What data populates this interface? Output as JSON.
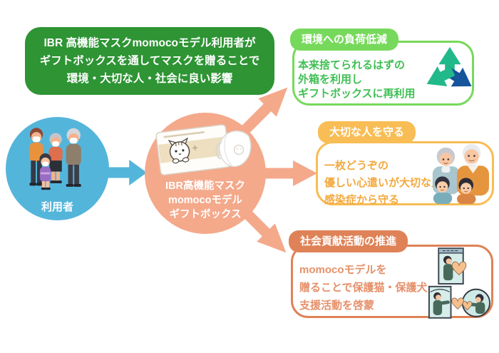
{
  "summary": {
    "text": "IBR 高機能マスクmomocoモデル利用者が\nギフトボックスを通してマスクを贈ることで\n環境・大切な人・社会に良い影響"
  },
  "users": {
    "label": "利用者"
  },
  "product": {
    "label": "IBR高機能マスク\nmomocoモデル\nギフトボックス"
  },
  "cards": [
    {
      "tag": "環境への負荷低減",
      "body": "本来捨てられるはずの\n外箱を利用し\nギフトボックスに再利用",
      "icon": "recycle-icon"
    },
    {
      "tag": "大切な人を守る",
      "body": "一枚どうぞの\n優しい心遣いが大切な人を\n感染症から守る",
      "icon": "grandparents-illustration"
    },
    {
      "tag": "社会貢献活動の推進",
      "body": "momocoモデルを\n贈ることで保護猫・保護犬\n支援活動を啓蒙",
      "icon": "charity-illustration"
    }
  ],
  "colors": {
    "summary_green": "#2e9434",
    "env_accent": "#77d95c",
    "env_text": "#3fbf53",
    "protect_accent": "#f8bd55",
    "protect_text": "#f3a93e",
    "social_accent": "#df8257",
    "social_text": "#e5906a",
    "users_blue": "#54b5db",
    "product_salmon": "#f4a98b",
    "recycle_green": "#22b98a",
    "recycle_blue": "#16549b"
  }
}
